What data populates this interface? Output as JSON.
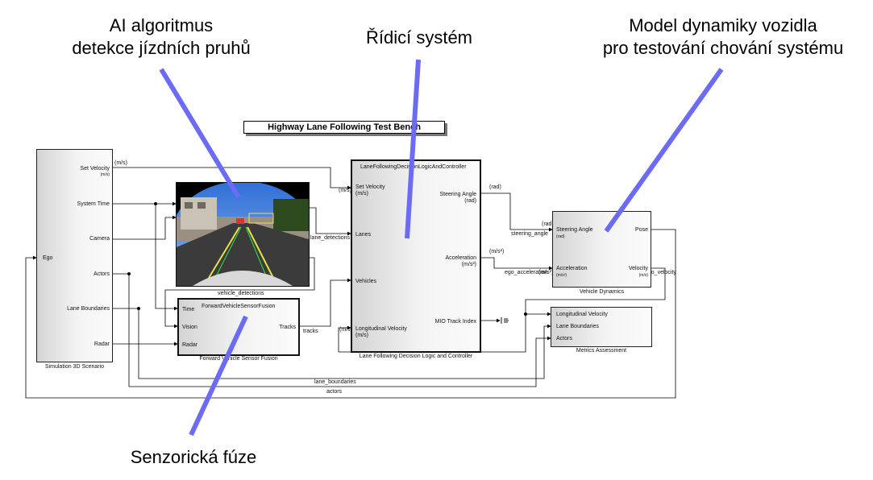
{
  "callouts": {
    "ai_line1": "AI algoritmus",
    "ai_line2": "detekce jízdních pruhů",
    "control": "Řídicí systém",
    "model_line1": "Model dynamiky vozidla",
    "model_line2": "pro testování chování systému",
    "fusion": "Senzorická fúze"
  },
  "diagram": {
    "title": "Highway Lane Following Test Bench",
    "scenario": {
      "name": "Simulation 3D Scenario",
      "outputs": [
        "Set Velocity",
        "System Time",
        "Camera",
        "Actors",
        "Lane Boundaries",
        "Radar"
      ],
      "set_velocity_unit": "(m/s)",
      "input": "Ego"
    },
    "fusion": {
      "title": "ForwardVehicleSensorFusion",
      "name": "Forward Vehicle Sensor Fusion",
      "inputs": [
        "Time",
        "Vision",
        "Radar"
      ],
      "output": "Tracks"
    },
    "controller": {
      "title": "LaneFollowingDecisionLogicAndController",
      "name": "Lane Following Decision Logic and Controller",
      "inputs": [
        "Set Velocity",
        "Lanes",
        "Vehicles",
        "Longitudinal Velocity"
      ],
      "input_units": {
        "set_velocity": "(m/s)",
        "long_velocity": "(m/s)"
      },
      "outputs": [
        "Steering Angle",
        "Acceleration",
        "MIO Track Index"
      ],
      "output_units": {
        "steering": "(rad)",
        "accel": "(m/s²)"
      }
    },
    "vehicle": {
      "name": "Vehicle Dynamics",
      "inputs": [
        "Steering Angle",
        "Acceleration"
      ],
      "input_units": {
        "steering": "(rad)",
        "accel": "(m/s²)"
      },
      "outputs": [
        "Pose",
        "Velocity"
      ],
      "velocity_unit": "(m/s)"
    },
    "metrics": {
      "name": "Metrics Assessment",
      "inputs": [
        "Longitudinal Velocity",
        "Lane Boundaries",
        "Actors"
      ]
    },
    "signals": {
      "ms1": "(m/s)",
      "ms2": "(m/s)",
      "ms3": "(m/s)",
      "rad1": "(rad)",
      "rad2": "(rad)",
      "ms2_1": "(m/s²)",
      "ms2_2": "(m/s²)",
      "lane_detections": "lane_detections",
      "vehicle_detections": "vehicle_detections",
      "tracks": "tracks",
      "steering_angle": "steering_angle",
      "ego_acceleration": "ego_acceleration",
      "ego_velocity": "ego_velocity",
      "lane_boundaries": "lane_boundaries",
      "actors": "actors"
    }
  },
  "colors": {
    "pointer": "#6b6bf5",
    "wire": "#000000"
  }
}
